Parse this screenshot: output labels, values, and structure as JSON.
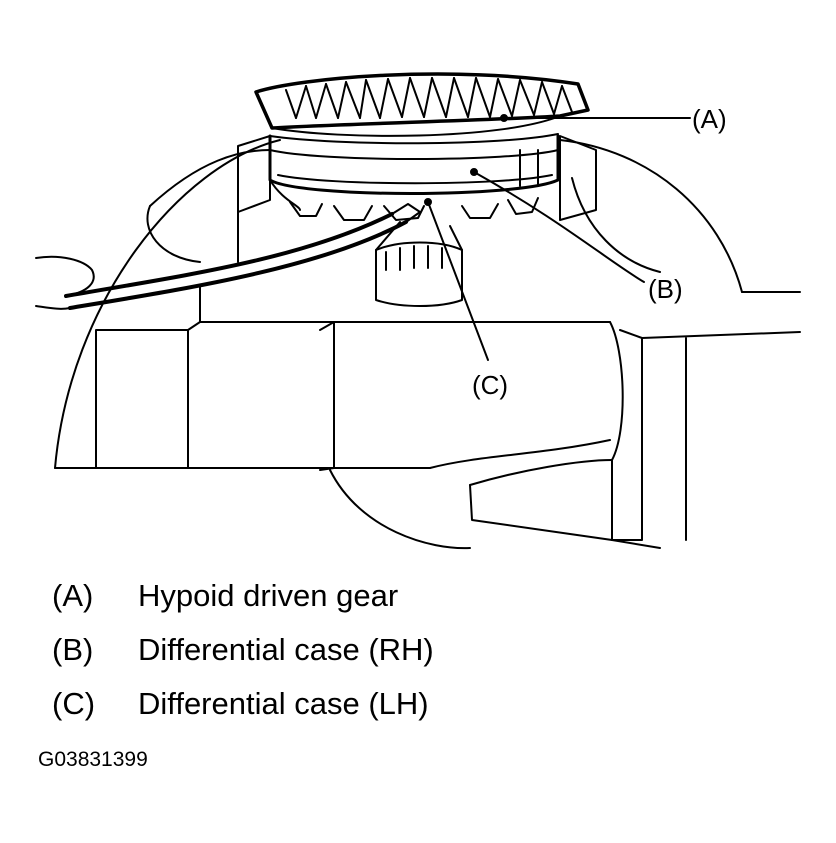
{
  "diagram": {
    "callouts": [
      {
        "id": "A",
        "label": "(A)"
      },
      {
        "id": "B",
        "label": "(B)"
      },
      {
        "id": "C",
        "label": "(C)"
      }
    ]
  },
  "legend": [
    {
      "key": "(A)",
      "text": "Hypoid driven gear"
    },
    {
      "key": "(B)",
      "text": "Differential case (RH)"
    },
    {
      "key": "(C)",
      "text": "Differential case (LH)"
    }
  ],
  "figure_id": "G03831399"
}
